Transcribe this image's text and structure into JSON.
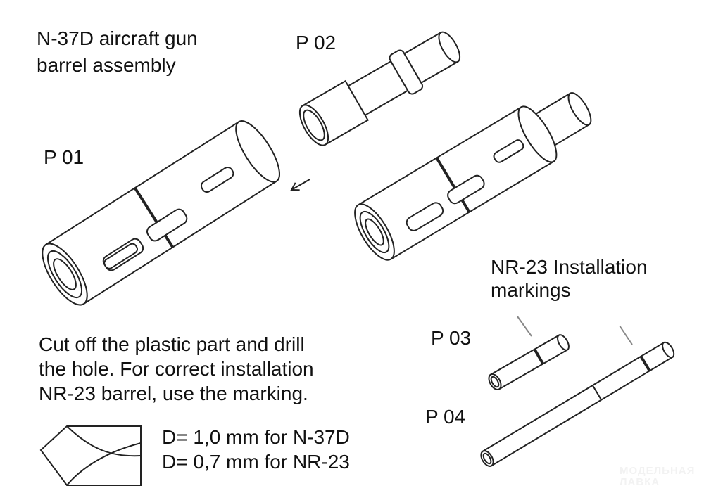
{
  "title": [
    "N-37D aircraft gun",
    "barrel assembly"
  ],
  "parts": {
    "p01": "P 01",
    "p02": "P 02",
    "p03": "P 03",
    "p04": "P 04"
  },
  "markings_label": [
    "NR-23 Installation",
    "markings"
  ],
  "instructions": [
    "Cut off the plastic part and drill",
    "the hole. For correct installation",
    "NR-23 barrel, use the marking."
  ],
  "drill": [
    "D= 1,0 mm for N-37D",
    "D= 0,7 mm for NR-23"
  ],
  "watermark": [
    "МОДЕЛЬНАЯ",
    "ЛАВКА"
  ]
}
